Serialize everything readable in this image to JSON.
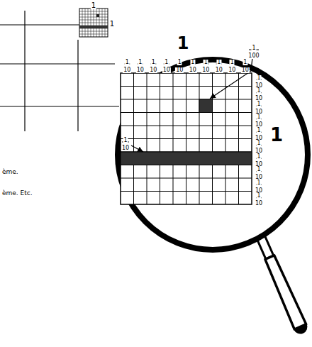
{
  "diagram": {
    "labels": [
      "1",
      "1",
      "1",
      "1",
      "100",
      "1",
      "10",
      "1",
      "10",
      "1",
      "10",
      "1",
      "10",
      "1",
      "10",
      "1",
      "10",
      "1",
      "10",
      "1",
      "10",
      "1",
      "10",
      "1",
      "10",
      "1",
      "10",
      "1",
      "10",
      "1",
      "10",
      "1",
      "10",
      "1",
      "10",
      "1",
      "10",
      "1",
      "10",
      "1",
      "10",
      "1",
      "10",
      "1",
      "10",
      "1",
      "1",
      "10",
      "ème.",
      "ème. Etc."
    ]
  }
}
